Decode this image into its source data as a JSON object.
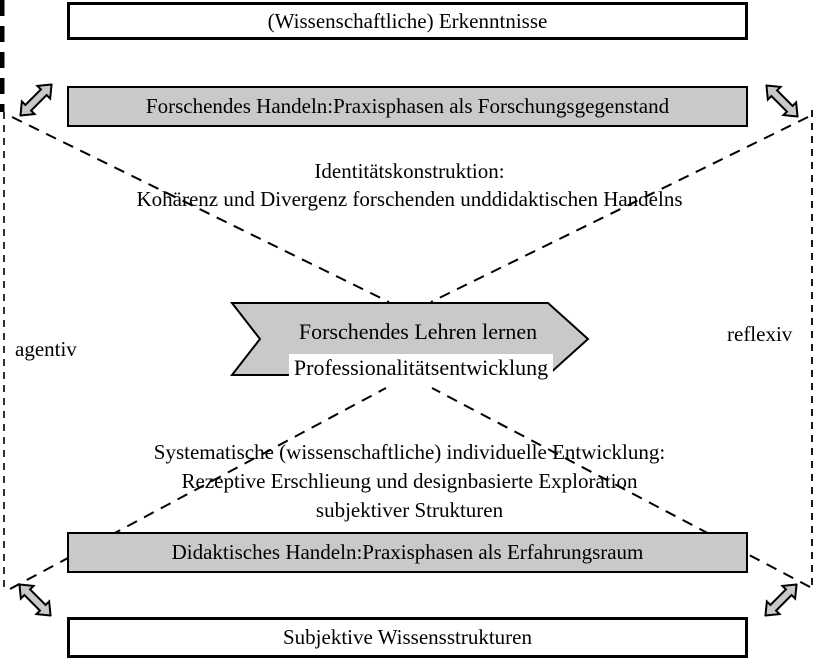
{
  "boxes": {
    "top_white": "(Wissenschaftliche) Erkenntnisse",
    "top_gray": "Forschendes Handeln:Praxisphasen als Forschungsgegenstand",
    "bottom_gray": "Didaktisches Handeln:Praxisphasen als Erfahrungsraum",
    "bottom_white": "Subjektive Wissensstrukturen"
  },
  "center": {
    "arrow_label": "Forschendes Lehren lernen",
    "arrow_sublabel": "Professionalitätsentwicklung"
  },
  "annotations": {
    "identity_line1": "Identitätskonstruktion:",
    "identity_line2": "Kohärenz und Divergenz forschenden unddidaktischen Handelns",
    "development_line1": "Systematische (wissenschaftliche) individuelle Entwicklung:",
    "development_line2": "Rezeptive Erschlieung und designbasierte Exploration",
    "development_line3": "subjektiver Strukturen",
    "left_axis": "agentiv",
    "right_axis": "reflexiv"
  },
  "icons": {
    "corner_icon": "double-arrow-icon"
  },
  "colors": {
    "box_gray": "#c9c9c9",
    "outline": "#000000",
    "background": "#ffffff"
  }
}
